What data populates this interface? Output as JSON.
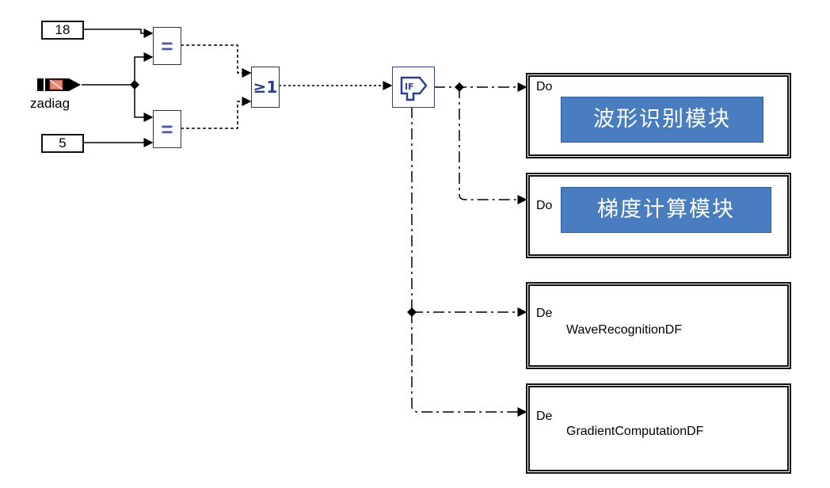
{
  "inputs": {
    "const_top": "18",
    "const_bottom": "5",
    "source_label": "zadiag"
  },
  "blocks": {
    "compare_symbol": "=",
    "or_symbol": "≥1",
    "if_symbol": "IF"
  },
  "outputs": [
    {
      "tag": "Do",
      "label": "波形识别模块"
    },
    {
      "tag": "Do",
      "label": "梯度计算模块"
    },
    {
      "tag": "De",
      "label": "WaveRecognitionDF"
    },
    {
      "tag": "De",
      "label": "GradientComputationDF"
    }
  ],
  "colors": {
    "label_fill": "#4a7cc0",
    "block_glyph": "#4a5aa8"
  }
}
